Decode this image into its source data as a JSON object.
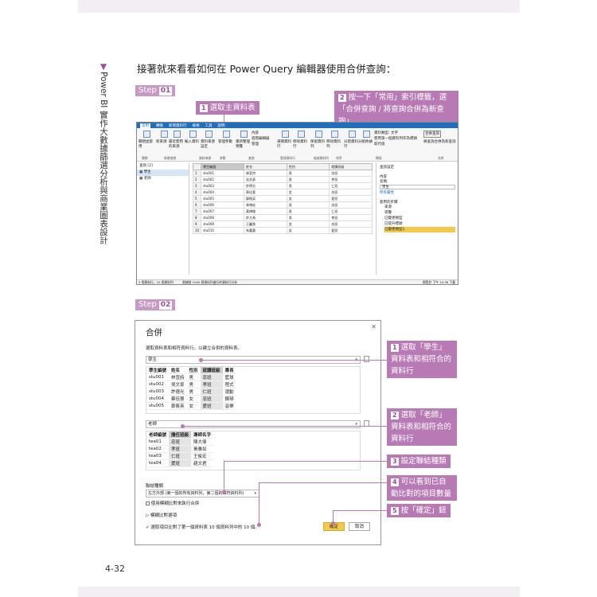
{
  "sidebar": {
    "title": "Power BI 實作大數據篩選分析與商業圖表設計"
  },
  "page": {
    "number": "4-32"
  },
  "intro": "接著就來看看如何在 Power Query 編輯器使用合併查詢：",
  "steps": [
    {
      "label": "Step",
      "num": "01"
    },
    {
      "label": "Step",
      "num": "02"
    }
  ],
  "callouts1": [
    {
      "num": "1",
      "text": "選取主資料表"
    },
    {
      "num": "2",
      "text": "按一下「常用」索引標籤，選「合併查詢 / 將查詢合併為新查詢」"
    }
  ],
  "callouts2": [
    {
      "num": "1",
      "text": "選取「學生」資料表和相符合的資料行"
    },
    {
      "num": "2",
      "text": "選取「老師」資料表和相符合的資料行"
    },
    {
      "num": "3",
      "text": "設定聯結種類"
    },
    {
      "num": "4",
      "text": "可以看到已自動比對的項目數量"
    },
    {
      "num": "5",
      "text": "按「確定」鈕"
    }
  ],
  "editor": {
    "tabs": [
      "常用",
      "轉換",
      "新增資料行",
      "檢視",
      "工具",
      "說明"
    ],
    "ribbon_groups": [
      "關閉",
      "新增查詢",
      "資料來源",
      "參數",
      "查詢",
      "管理資料行",
      "縮減資料列",
      "排序",
      "轉換",
      "合併",
      "AI 深入解析"
    ],
    "ribbon_items": [
      "關閉並套用",
      "新來源",
      "最近使用的來源",
      "輸入資料",
      "資料來源設定",
      "管理參數",
      "重新整理預覽",
      "內容",
      "進階編輯器",
      "管理",
      "選擇資料行",
      "移除資料行",
      "保留資料列",
      "移除資料列",
      "分割資料行",
      "分組依據",
      "資料類型: 文字",
      "使用第一個資料列作為標頭",
      "取代值",
      "合併查詢",
      "將查詢合併為新查詢"
    ],
    "queries_header": "查詢 [2]",
    "queries": [
      "學生",
      "老師"
    ],
    "columns": [
      "學生編號",
      "姓名",
      "性別",
      "就讀班級"
    ],
    "rows": [
      [
        "1",
        "stu001",
        "林宣詩",
        "男",
        "忠班"
      ],
      [
        "2",
        "stu002",
        "吳文豪",
        "男",
        "孝班"
      ],
      [
        "3",
        "stu003",
        "許德光",
        "男",
        "仁班"
      ],
      [
        "4",
        "stu004",
        "蔡佳蓉",
        "女",
        "忠班"
      ],
      [
        "5",
        "stu005",
        "鄭筱英",
        "女",
        "愛班"
      ],
      [
        "6",
        "stu006",
        "林博宏",
        "男",
        "忠班"
      ],
      [
        "7",
        "stu007",
        "黃博倫",
        "男",
        "仁班"
      ],
      [
        "8",
        "stu008",
        "許大為",
        "男",
        "孝班"
      ],
      [
        "9",
        "stu009",
        "王麗香",
        "女",
        "忠班"
      ],
      [
        "10",
        "stu010",
        "朱嘉惠",
        "女",
        "愛班"
      ]
    ],
    "settings_title": "查詢設定",
    "props_label": "內容",
    "name_label": "名稱",
    "name_value": "學生",
    "all_props": "所有屬性",
    "applied_label": "套用的步驟",
    "applied": [
      "來源",
      "導覽",
      "已變更類型",
      "已提升標頭",
      "已變更類型1"
    ],
    "status_left": "5 個資料行，10 個資料列",
    "status_mid": "根據前 1000 個資料列進行的資料行分析",
    "status_right": "預覽於 下午 10:38 下載"
  },
  "dialog": {
    "title": "合併",
    "desc": "選取資料表和相符資料行，以建立合併的資料表。",
    "table1": "學生",
    "t1_cols": [
      "學生編號",
      "姓名",
      "性別",
      "就讀班級",
      "專長"
    ],
    "t1_rows": [
      [
        "stu001",
        "林宣詩",
        "男",
        "忠班",
        "籃球"
      ],
      [
        "stu002",
        "吳文豪",
        "男",
        "孝班",
        "程式"
      ],
      [
        "stu003",
        "許德光",
        "男",
        "仁班",
        "運動"
      ],
      [
        "stu004",
        "蔡佳蓉",
        "女",
        "忠班",
        "鋼琴"
      ],
      [
        "stu005",
        "鄭筱英",
        "女",
        "愛班",
        "音樂"
      ]
    ],
    "table2": "老師",
    "t2_cols": [
      "老師編號",
      "擔任班級",
      "導師名字"
    ],
    "t2_rows": [
      [
        "tea01",
        "忠班",
        "陳大偉"
      ],
      [
        "tea02",
        "孝班",
        "黃雅如"
      ],
      [
        "tea03",
        "仁班",
        "王俊宏"
      ],
      [
        "tea04",
        "愛班",
        "趙文君"
      ]
    ],
    "join_label": "聯結種類",
    "join_value": "左方外部 (第一個的所有資料列，第二個的相符資料列)",
    "fuzzy_label": "使用模糊比對來執行合併",
    "fuzzy_opts": "▷ 模糊比對選項",
    "match_text": "選取項目比對了第一個資料表 10 個資料列中的 10 個。",
    "ok": "確定",
    "cancel": "取消"
  },
  "colors": {
    "accent": "#b77ab4",
    "band": "#f3eef4",
    "ribbon_blue": "#1e6fbf",
    "ok": "#f2c94c"
  }
}
